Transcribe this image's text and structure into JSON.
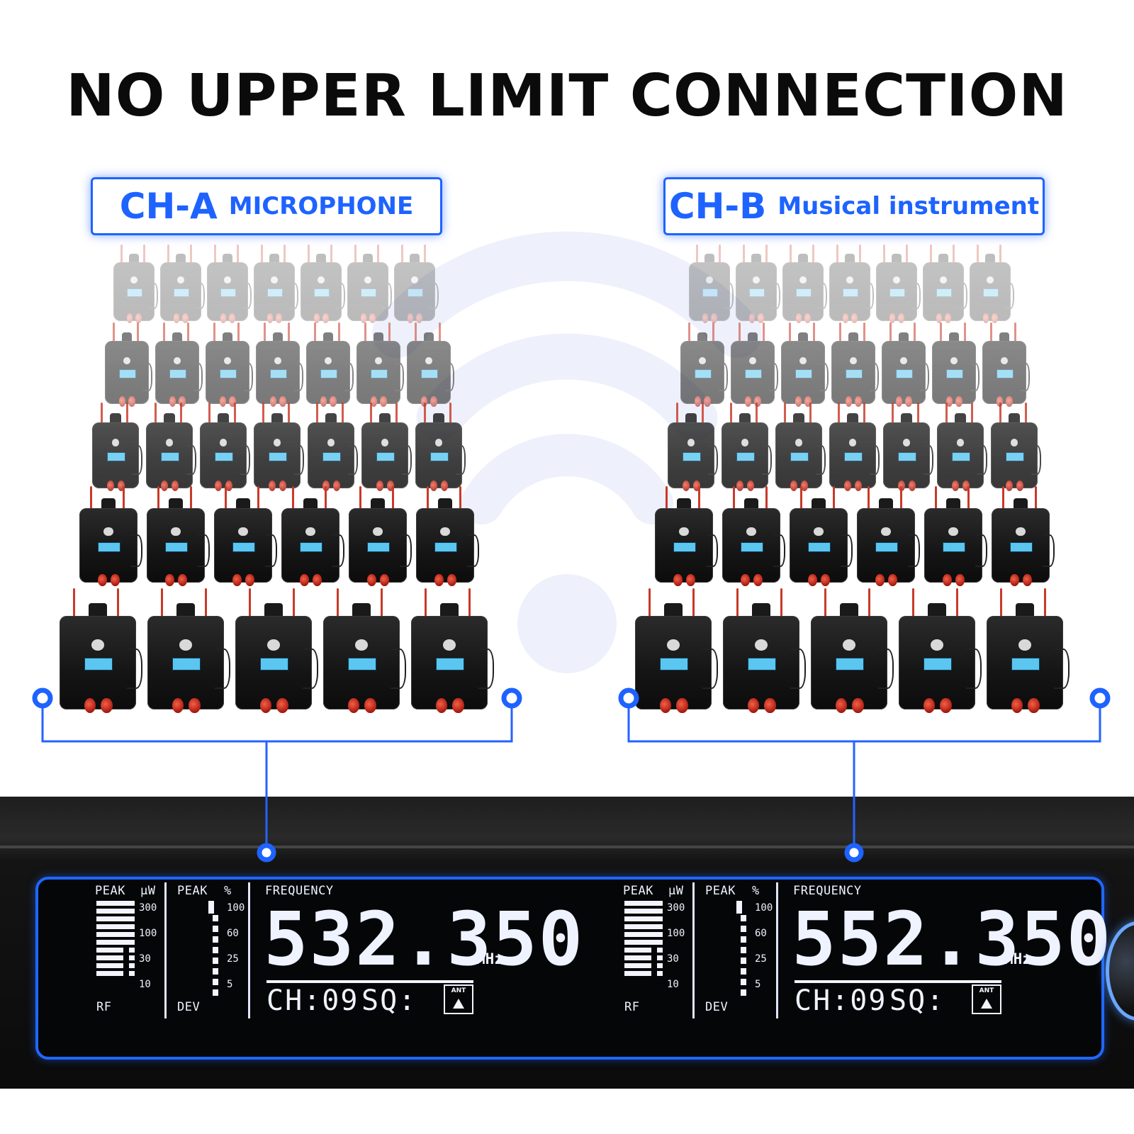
{
  "headline": "NO UPPER LIMIT CONNECTION",
  "channels": {
    "a": {
      "title": "CH-A",
      "subtitle": "MICROPHONE"
    },
    "b": {
      "title": "CH-B",
      "subtitle": "Musical instrument"
    }
  },
  "receiver_display": {
    "left": {
      "rf_peak": "PEAK",
      "rf_unit": "μW",
      "rf_scale": [
        "300",
        "100",
        "30",
        "10"
      ],
      "rf_label": "RF",
      "dev_peak": "PEAK",
      "dev_unit": "%",
      "dev_scale": [
        "100",
        "60",
        "25",
        "5"
      ],
      "dev_label": "DEV",
      "frequency_label": "FREQUENCY",
      "frequency": "532.350",
      "frequency_unit": "MHz",
      "channel": "CH:09",
      "squelch": "SQ:",
      "ant_label": "ANT"
    },
    "right": {
      "rf_peak": "PEAK",
      "rf_unit": "μW",
      "rf_scale": [
        "300",
        "100",
        "30",
        "10"
      ],
      "rf_label": "RF",
      "dev_peak": "PEAK",
      "dev_unit": "%",
      "dev_scale": [
        "100",
        "60",
        "25",
        "5"
      ],
      "dev_label": "DEV",
      "frequency_label": "FREQUENCY",
      "frequency": "552.350",
      "frequency_unit": "MHz",
      "channel": "CH:09",
      "squelch": "SQ:",
      "ant_label": "ANT"
    }
  },
  "accent_color": "#1e63ff",
  "lcd_color": "#f2f5ff"
}
